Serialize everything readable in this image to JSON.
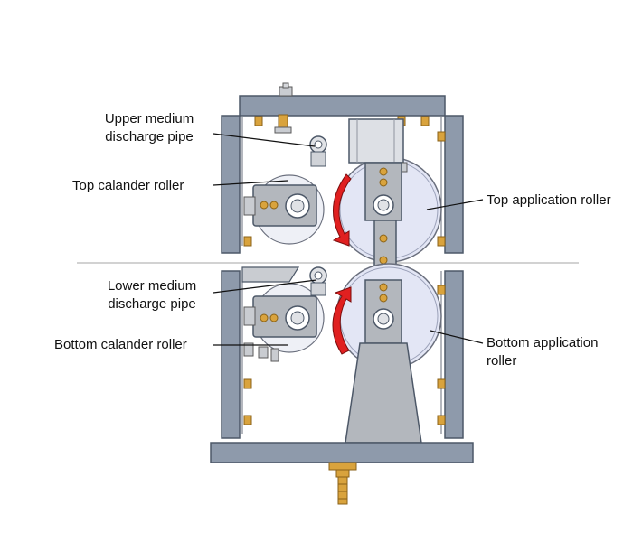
{
  "labels": {
    "upper_medium_discharge_pipe": [
      "Upper medium",
      "discharge pipe"
    ],
    "top_calander_roller": "Top calander roller",
    "lower_medium_discharge_pipe": [
      "Lower medium",
      "discharge pipe"
    ],
    "bottom_calander_roller": "Bottom calander roller",
    "top_application_roller": "Top application roller",
    "bottom_application_roller": [
      "Bottom application",
      "roller"
    ]
  },
  "colors": {
    "frame_plate": "#8e9aab",
    "frame_edge": "#4d5868",
    "roller_fill": "#e3e6f5",
    "roller_edge": "#6a6f7d",
    "block_gray": "#b3b7bd",
    "brass": "#d9a33d",
    "arrow_red": "#e02020",
    "leader_line": "#111111",
    "divider": "#b8b8b8"
  },
  "icons": {
    "rotation_arrow": "curved-rotation-arrow",
    "fitting": "brass-hose-fitting"
  }
}
